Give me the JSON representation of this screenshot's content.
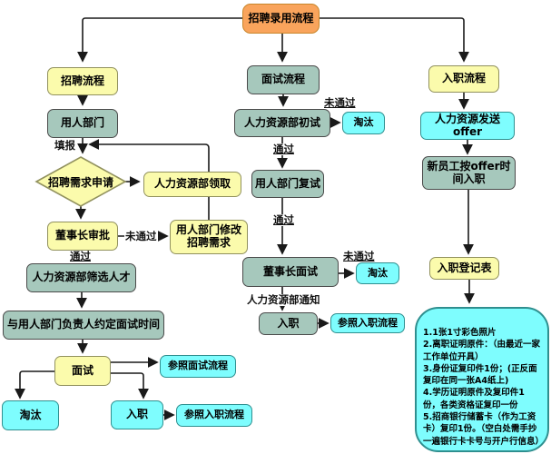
{
  "diagram": {
    "nodes": {
      "root": "招聘录用流程",
      "recruit_header": "招聘流程",
      "hiring_dept": "用人部门",
      "demand_request": "招聘需求申请",
      "hr_receive": "人力资源部领取",
      "chairman_approve": "董事长审批",
      "dept_modify": "用人部门修改招聘需求",
      "hr_screen": "人力资源部筛选人才",
      "schedule_interview": "与用人部门负责人约定面试时间",
      "interview": "面试",
      "ref_interview": "参照面试流程",
      "eliminate_left": "淘汰",
      "onboard_left": "入职",
      "ref_onboard_left": "参照入职流程",
      "interview_header": "面试流程",
      "hr_first_interview": "人力资源部初试",
      "eliminate_mid_1": "淘汰",
      "dept_second_interview": "用人部门复试",
      "chairman_interview": "董事长面试",
      "eliminate_mid_2": "淘汰",
      "onboard_mid": "入职",
      "ref_onboard_mid": "参照入职流程",
      "onboard_header": "入职流程",
      "hr_send_offer": "人力资源发送offer",
      "new_employee": "新员工按offer时间入职",
      "register_form": "入职登记表",
      "materials": [
        "1.1张1寸彩色照片",
        "2.离职证明原件：（由最近一家工作单位开具）",
        "3.身份证复印件1份；(正反面复印在同一张A4纸上)",
        "4.学历证明原件及复印件1份，各类资格证复印一份",
        "5.招商银行储蓄卡（作为工资卡）复印1份。（空白处需手抄一遍银行卡卡号与开户行信息）"
      ]
    },
    "labels": {
      "fill_in": "填报",
      "fail_left": "未通过",
      "pass_left": "通过",
      "fail_mid_top": "未通过",
      "pass_mid_1": "通过",
      "pass_mid_2": "通过",
      "fail_mid_bottom": "未通过",
      "hr_notify": "人力资源部通知"
    },
    "colors": {
      "orange_fill": "#F9A45C",
      "orange_border": "#C8862B",
      "yellow_fill": "#FBFBAC",
      "yellow_border": "#91915E",
      "green_fill": "#A6C8BC",
      "green_border": "#4A4A4A",
      "cyan_fill": "#7EFDFE",
      "cyan_border": "#2F8F8F",
      "line": "#1A1A1A"
    }
  }
}
